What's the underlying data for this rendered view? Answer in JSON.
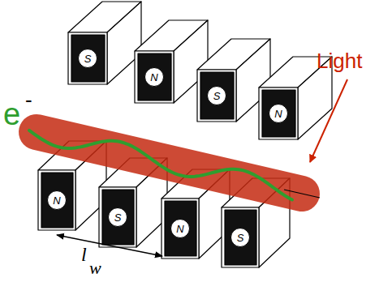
{
  "diagram": {
    "nodes": [
      {
        "text": [
          "S"
        ]
      },
      {
        "text": [
          "N"
        ]
      },
      {
        "text": [
          "S"
        ]
      },
      {
        "text": [
          "N"
        ]
      },
      {
        "text": [
          "N"
        ]
      },
      {
        "text": [
          "S"
        ]
      },
      {
        "text": [
          "N"
        ]
      },
      {
        "text": [
          "S"
        ]
      }
    ],
    "labels": [
      "e",
      "-",
      "Light",
      "l",
      "w"
    ]
  }
}
